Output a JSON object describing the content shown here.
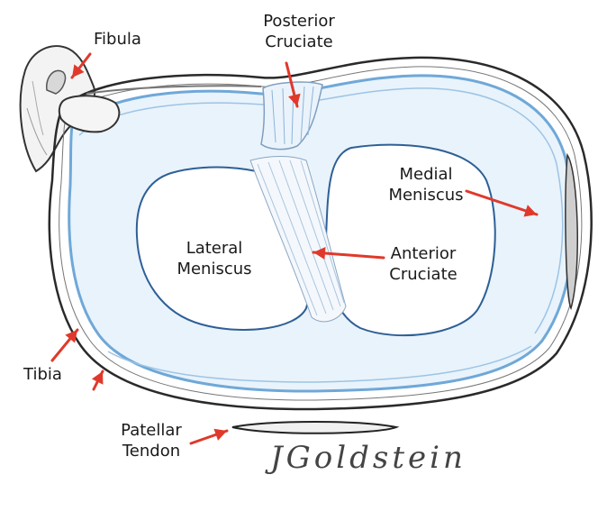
{
  "labels": {
    "fibula": "Fibula",
    "posterior_cruciate": [
      "Posterior",
      "Cruciate"
    ],
    "medial_meniscus": [
      "Medial",
      "Meniscus"
    ],
    "lateral_meniscus": [
      "Lateral",
      "Meniscus"
    ],
    "anterior_cruciate": [
      "Anterior",
      "Cruciate"
    ],
    "tibia": "Tibia",
    "patellar_tendon": [
      "Patellar",
      "Tendon"
    ]
  },
  "signature": "JGoldstein",
  "colors": {
    "arrow": "#e0392b",
    "outline": "#222222",
    "meniscus_blue": "#7fb2dc",
    "meniscus_fill": "#e6f1fa",
    "pencil": "#9a9a9a"
  }
}
